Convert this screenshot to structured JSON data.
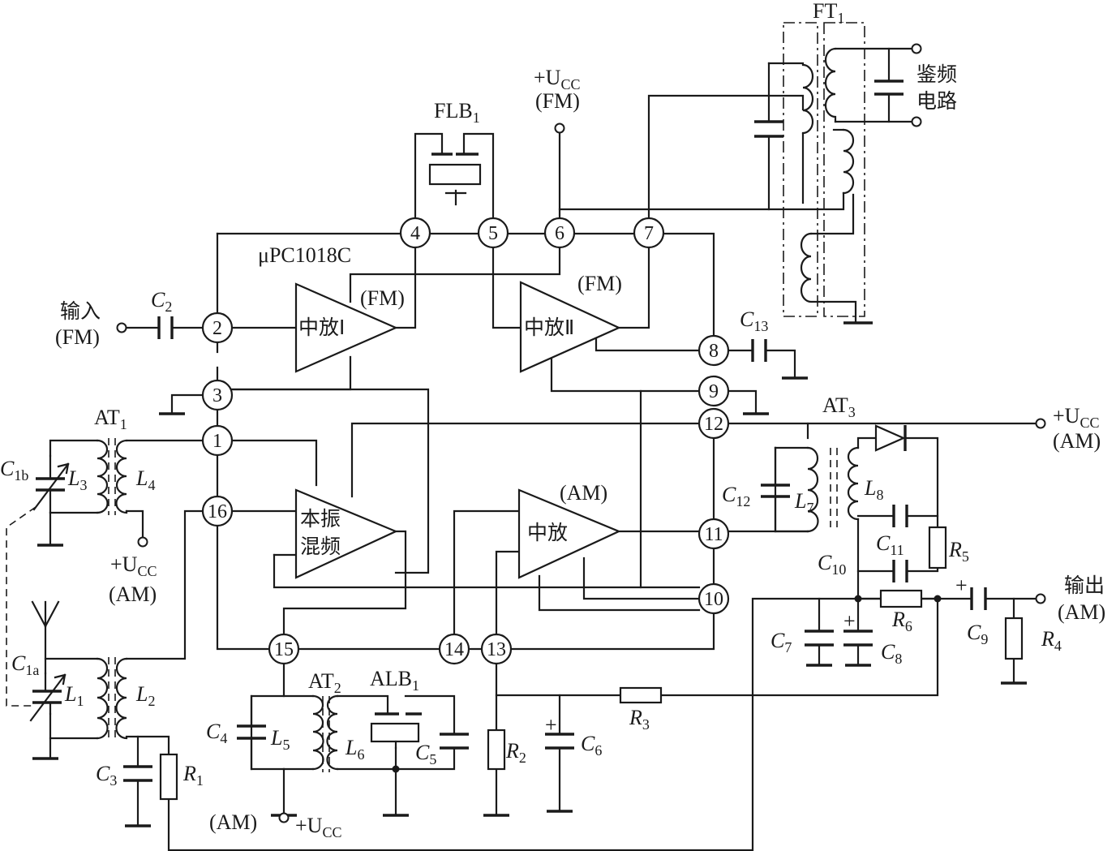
{
  "chip": {
    "name": "μPC1018C"
  },
  "pins": [
    "1",
    "2",
    "3",
    "4",
    "5",
    "6",
    "7",
    "8",
    "9",
    "10",
    "11",
    "12",
    "13",
    "14",
    "15",
    "16"
  ],
  "blocks": {
    "if_amp_1": "中放Ⅰ",
    "if_amp_2": "中放Ⅱ",
    "if_amp_am": "中放",
    "osc_mixer_line1": "本振",
    "osc_mixer_line2": "混频"
  },
  "tags": {
    "fm": "(FM)",
    "am": "(AM)"
  },
  "terminals": {
    "input_line1": "输入",
    "input_line2": "(FM)",
    "output_line1": "输出",
    "output_line2": "(AM)",
    "discriminator_line1": "鉴频",
    "discriminator_line2": "电路",
    "vcc_main": "+U",
    "vcc_sub": "CC"
  },
  "transformers": {
    "at1": {
      "main": "AT",
      "sub": "1"
    },
    "at2": {
      "main": "AT",
      "sub": "2"
    },
    "at3": {
      "main": "AT",
      "sub": "3"
    },
    "ft1": {
      "main": "FT",
      "sub": "1"
    }
  },
  "filters": {
    "flb1": {
      "main": "FLB",
      "sub": "1"
    },
    "alb1": {
      "main": "ALB",
      "sub": "1"
    }
  },
  "components": {
    "C1a": {
      "main": "C",
      "sub": "1a"
    },
    "C1b": {
      "main": "C",
      "sub": "1b"
    },
    "C2": {
      "main": "C",
      "sub": "2"
    },
    "C3": {
      "main": "C",
      "sub": "3"
    },
    "C4": {
      "main": "C",
      "sub": "4"
    },
    "C5": {
      "main": "C",
      "sub": "5"
    },
    "C6": {
      "main": "C",
      "sub": "6"
    },
    "C7": {
      "main": "C",
      "sub": "7"
    },
    "C8": {
      "main": "C",
      "sub": "8"
    },
    "C9": {
      "main": "C",
      "sub": "9"
    },
    "C10": {
      "main": "C",
      "sub": "10"
    },
    "C11": {
      "main": "C",
      "sub": "11"
    },
    "C12": {
      "main": "C",
      "sub": "12"
    },
    "C13": {
      "main": "C",
      "sub": "13"
    },
    "L1": {
      "main": "L",
      "sub": "1"
    },
    "L2": {
      "main": "L",
      "sub": "2"
    },
    "L3": {
      "main": "L",
      "sub": "3"
    },
    "L4": {
      "main": "L",
      "sub": "4"
    },
    "L5": {
      "main": "L",
      "sub": "5"
    },
    "L6": {
      "main": "L",
      "sub": "6"
    },
    "L7": {
      "main": "L",
      "sub": "7"
    },
    "L8": {
      "main": "L",
      "sub": "8"
    },
    "R1": {
      "main": "R",
      "sub": "1"
    },
    "R2": {
      "main": "R",
      "sub": "2"
    },
    "R3": {
      "main": "R",
      "sub": "3"
    },
    "R4": {
      "main": "R",
      "sub": "4"
    },
    "R5": {
      "main": "R",
      "sub": "5"
    },
    "R6": {
      "main": "R",
      "sub": "6"
    }
  },
  "polarity_plus": "+"
}
